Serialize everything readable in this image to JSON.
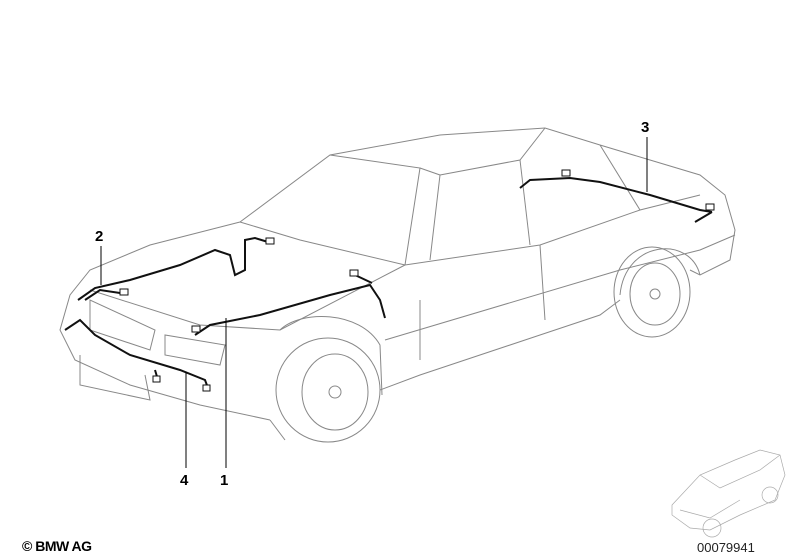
{
  "callouts": [
    {
      "number": "1",
      "part": "wire-1"
    },
    {
      "number": "2",
      "part": "wire-2"
    },
    {
      "number": "3",
      "part": "wire-3"
    },
    {
      "number": "4",
      "part": "wire-4"
    }
  ],
  "footer": {
    "copyright": "© BMW AG",
    "diagram_code": "00079941"
  }
}
